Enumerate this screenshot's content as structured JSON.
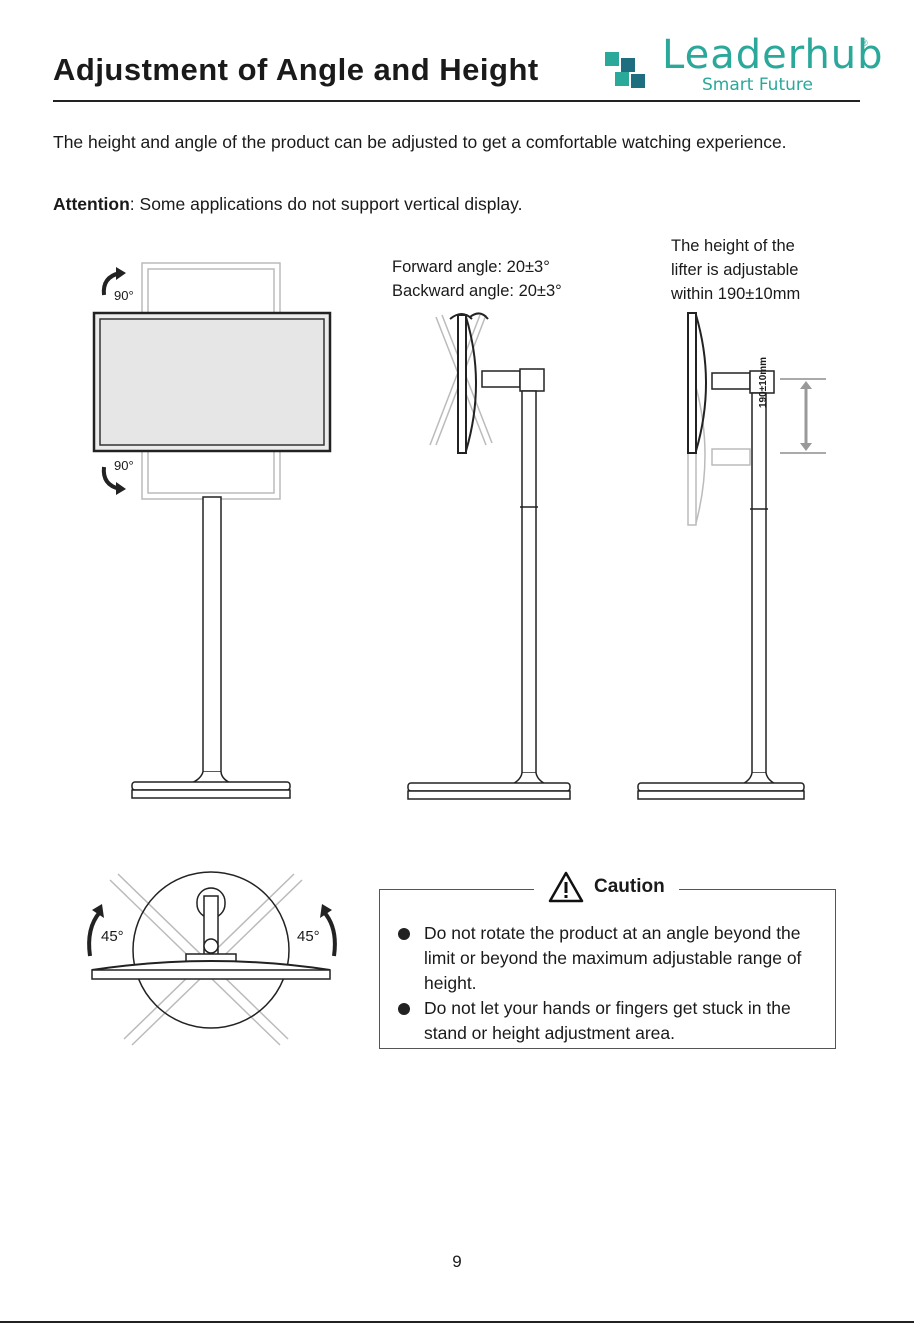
{
  "header": {
    "title": "Adjustment of Angle and Height",
    "brand_name": "Leaderhub",
    "brand_tagline": "Smart Future",
    "brand_reg": "®",
    "brand_color": "#2aa89a"
  },
  "intro": {
    "text": "The height and angle of the product can be adjusted to get a comfortable watching experience.",
    "attention_label": "Attention",
    "attention_text": ": Some applications do not support vertical display."
  },
  "figures": {
    "rotation_up": "90°",
    "rotation_down": "90°",
    "tilt_line1": "Forward angle: 20±3°",
    "tilt_line2": "Backward angle: 20±3°",
    "height_line1": "The height of the",
    "height_line2": "lifter is adjustable",
    "height_line3": "within 190±10mm",
    "height_dim": "190±10mm",
    "swivel_left": "45°",
    "swivel_right": "45°"
  },
  "caution": {
    "title": "Caution",
    "items": [
      "Do not rotate the product at an angle beyond the limit or beyond the maximum adjustable range of height.",
      "Do not let your hands or fingers get stuck in the stand or height adjustment area."
    ]
  },
  "page_number": "9"
}
